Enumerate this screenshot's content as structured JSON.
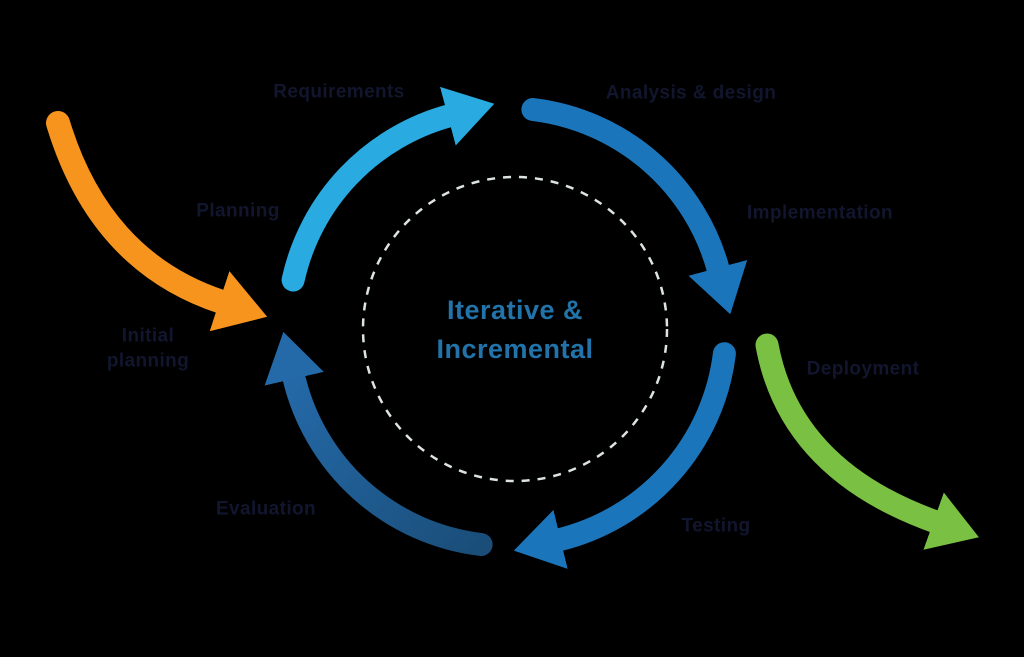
{
  "diagram": {
    "center": {
      "line1": "Iterative &",
      "line2": "Incremental"
    },
    "labels": {
      "requirements": "Requirements",
      "analysis_design": "Analysis & design",
      "planning": "Planning",
      "implementation": "Implementation",
      "initial_planning": "Initial planning",
      "deployment": "Deployment",
      "evaluation": "Evaluation",
      "testing": "Testing"
    },
    "colors": {
      "background": "#000000",
      "light_blue": "#29abe2",
      "medium_blue": "#1b75bb",
      "dark_blue_start": "#1a4e79",
      "dark_blue_end": "#2469a8",
      "orange": "#f7941e",
      "green": "#7ac143",
      "center_text": "#2173a9",
      "label_text": "#11162e",
      "dashed_circle": "#dde4df"
    }
  }
}
